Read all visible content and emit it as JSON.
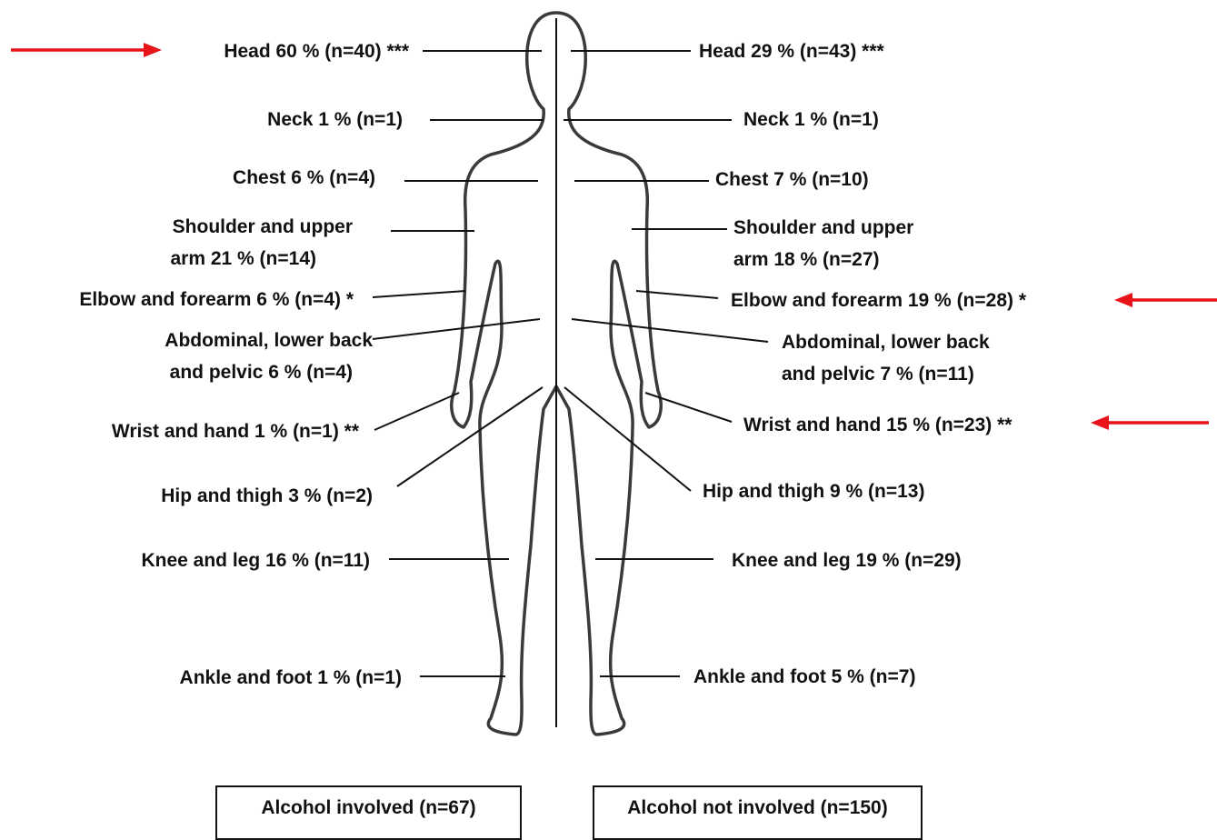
{
  "left_labels": {
    "head": "Head 60 % (n=40) ***",
    "neck": "Neck 1 % (n=1)",
    "chest": "Chest 6 % (n=4)",
    "shoulder_1": "Shoulder and upper",
    "shoulder_2": "arm 21 % (n=14)",
    "elbow": "Elbow and forearm 6 % (n=4) *",
    "abdominal_1": "Abdominal, lower back",
    "abdominal_2": "and pelvic 6 % (n=4)",
    "wrist": "Wrist and hand 1 % (n=1) **",
    "hip": "Hip and thigh 3 % (n=2)",
    "knee": "Knee and leg 16 % (n=11)",
    "ankle": "Ankle and foot 1 % (n=1)"
  },
  "right_labels": {
    "head": "Head 29 % (n=43) ***",
    "neck": "Neck 1 % (n=1)",
    "chest": "Chest 7 % (n=10)",
    "shoulder_1": "Shoulder and upper",
    "shoulder_2": "arm 18 % (n=27)",
    "elbow": "Elbow and forearm 19 % (n=28) *",
    "abdominal_1": "Abdominal, lower back",
    "abdominal_2": "and pelvic 7 % (n=11)",
    "wrist": "Wrist and hand 15 % (n=23) **",
    "hip": "Hip and thigh 9 % (n=13)",
    "knee": "Knee and leg 19 % (n=29)",
    "ankle": "Ankle and foot 5 % (n=7)"
  },
  "legend": {
    "left": "Alcohol involved (n=67)",
    "right": "Alcohol not involved (n=150)"
  },
  "colors": {
    "arrow": "#e8141a",
    "outline": "#3a3a3a",
    "text": "#111111"
  }
}
